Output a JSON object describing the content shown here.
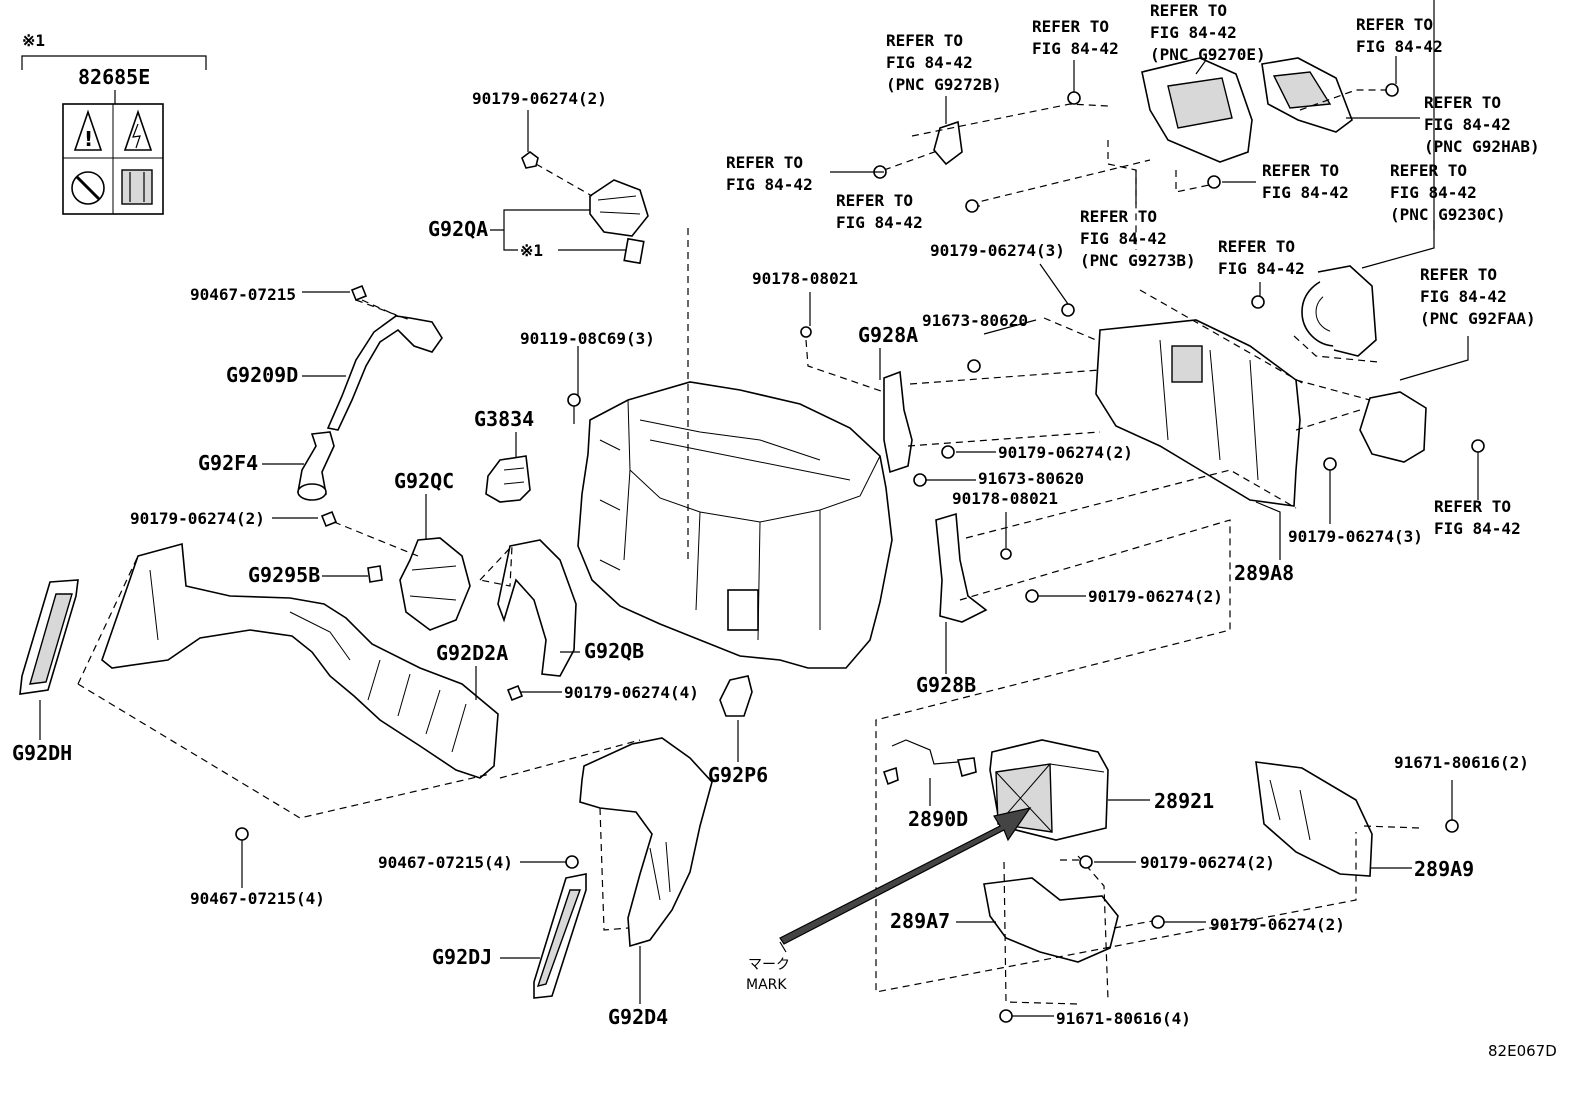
{
  "labels": {
    "note_ref_top": "※1",
    "label_82685E": "82685E",
    "pn_90179_06274_2_top": "90179-06274(2)",
    "label_G92QA": "G92QA",
    "note_ref_G92QA": "※1",
    "pn_90467_07215": "90467-07215",
    "label_G9209D": "G9209D",
    "label_G92F4": "G92F4",
    "pn_90179_06274_2_left": "90179-06274(2)",
    "label_G92QC": "G92QC",
    "label_G9295B": "G9295B",
    "label_G3834": "G3834",
    "pn_90119_08C69_3": "90119-08C69(3)",
    "label_G92D2A": "G92D2A",
    "label_G92QB": "G92QB",
    "pn_90179_06274_4": "90179-06274(4)",
    "label_G92DH": "G92DH",
    "label_G92P6": "G92P6",
    "pn_90467_07215_4_a": "90467-07215(4)",
    "pn_90467_07215_4_b": "90467-07215(4)",
    "label_G92DJ": "G92DJ",
    "label_G92D4": "G92D4",
    "refer_pnc_G9272B": "REFER TO\nFIG 84-42\n(PNC G9272B)",
    "refer_fig_a": "REFER TO\nFIG 84-42",
    "refer_pnc_G9270E": "REFER TO\nFIG 84-42\n(PNC G9270E)",
    "refer_fig_b": "REFER TO\nFIG 84-42",
    "refer_pnc_G92HAB": "REFER TO\nFIG 84-42\n(PNC G92HAB)",
    "refer_fig_c": "REFER TO\nFIG 84-42",
    "refer_fig_d": "REFER TO\nFIG 84-42",
    "refer_fig_e": "REFER TO\nFIG 84-42",
    "refer_pnc_G9230C": "REFER TO\nFIG 84-42\n(PNC G9230C)",
    "refer_pnc_G9273B": "REFER TO\nFIG 84-42\n(PNC G9273B)",
    "refer_fig_f": "REFER TO\nFIG 84-42",
    "refer_pnc_G92FAA": "REFER TO\nFIG 84-42\n(PNC G92FAA)",
    "refer_fig_g": "REFER TO\nFIG 84-42",
    "pn_90179_06274_3_a": "90179-06274(3)",
    "pn_90178_08021_a": "90178-08021",
    "pn_91673_80620_a": "91673-80620",
    "label_G928A": "G928A",
    "pn_90179_06274_2_mid": "90179-06274(2)",
    "pn_91673_80620_b": "91673-80620",
    "pn_90178_08021_b": "90178-08021",
    "pn_90179_06274_2_mid2": "90179-06274(2)",
    "label_G928B": "G928B",
    "pn_90179_06274_3_b": "90179-06274(3)",
    "label_289A8": "289A8",
    "label_2890D": "2890D",
    "label_28921": "28921",
    "pn_91671_80616_2": "91671-80616(2)",
    "label_289A9": "289A9",
    "pn_90179_06274_2_low1": "90179-06274(2)",
    "label_289A7": "289A7",
    "pn_90179_06274_2_low2": "90179-06274(2)",
    "pn_91671_80616_4": "91671-80616(4)",
    "mark_jp": "マーク",
    "mark_en": "MARK",
    "figure_code": "82E067D"
  }
}
